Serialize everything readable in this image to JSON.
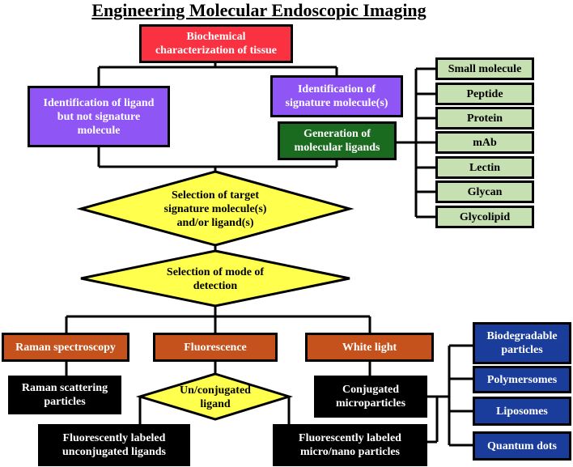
{
  "title": "Engineering Molecular Endoscopic Imaging",
  "nodes": {
    "biochem": "Biochemical\ncharacterization of tissue",
    "id_ligand": "Identification of ligand\nbut not signature\nmolecule",
    "id_signature": "Identification of\nsignature molecule(s)",
    "generation": "Generation of\nmolecular ligands",
    "selection_target": "Selection of target\nsignature molecule(s)\nand/or ligand(s)",
    "selection_mode": "Selection of mode of\ndetection",
    "raman": "Raman spectroscopy",
    "fluorescence": "Fluorescence",
    "white_light": "White light",
    "raman_particles": "Raman scattering\nparticles",
    "unconjugated": "Un/conjugated\nligand",
    "conjugated": "Conjugated\nmicroparticles",
    "fl_unconj": "Fluorescently labeled\nunconjugated ligands",
    "fl_micro": "Fluorescently labeled\nmicro/nano particles"
  },
  "ligand_types": [
    "Small molecule",
    "Peptide",
    "Protein",
    "mAb",
    "Lectin",
    "Glycan",
    "Glycolipid"
  ],
  "particle_types": [
    "Biodegradable\nparticles",
    "Polymersomes",
    "Liposomes",
    "Quantum dots"
  ],
  "colors": {
    "red": "#fa3140",
    "purple": "#8f55f5",
    "dark_green": "#1a6a1f",
    "light_green": "#c6e0b1",
    "yellow": "#ffff4d",
    "orange": "#c5521c",
    "black": "#000000",
    "blue": "#1a3c9a"
  }
}
